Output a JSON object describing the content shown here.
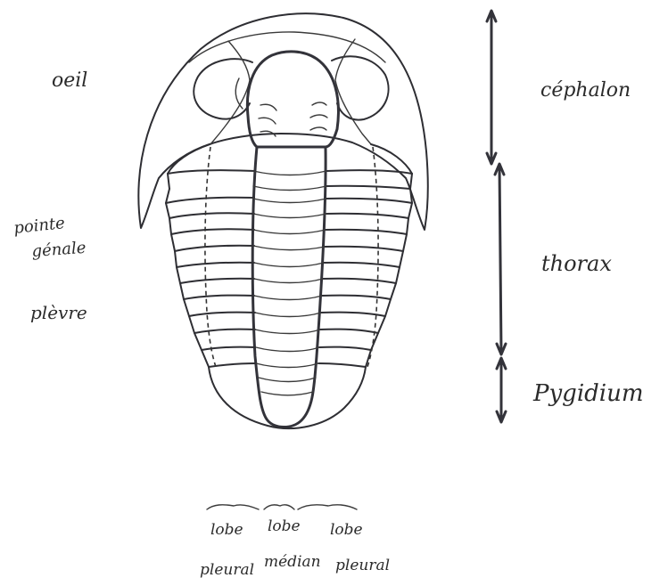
{
  "labels": {
    "eye": "oeil",
    "genal_spine_line1": "pointe",
    "genal_spine_line2": "génale",
    "pleura": "plèvre",
    "cephalon": "céphalon",
    "thorax": "thorax",
    "pygidium": "Pygidium",
    "lobe_left_line1": "lobe",
    "lobe_left_line2": "pleural",
    "lobe_middle_line1": "lobe",
    "lobe_middle_line2": "médian",
    "lobe_right_line1": "lobe",
    "lobe_right_line2": "pleural"
  }
}
